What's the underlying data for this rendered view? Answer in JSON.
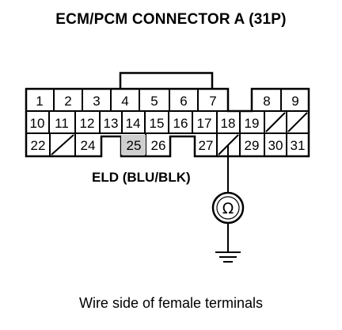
{
  "title": "ECM/PCM CONNECTOR A (31P)",
  "row1": [
    "1",
    "2",
    "3",
    "4",
    "5",
    "6",
    "7",
    "8",
    "9"
  ],
  "row2": [
    "10",
    "11",
    "12",
    "13",
    "14",
    "15",
    "16",
    "17",
    "18",
    "19"
  ],
  "row3": [
    "22",
    "24",
    "25",
    "26",
    "27",
    "29",
    "30",
    "31"
  ],
  "terminal_label": "ELD (BLU/BLK)",
  "meter_symbol": "Ω",
  "caption": "Wire side of female terminals"
}
